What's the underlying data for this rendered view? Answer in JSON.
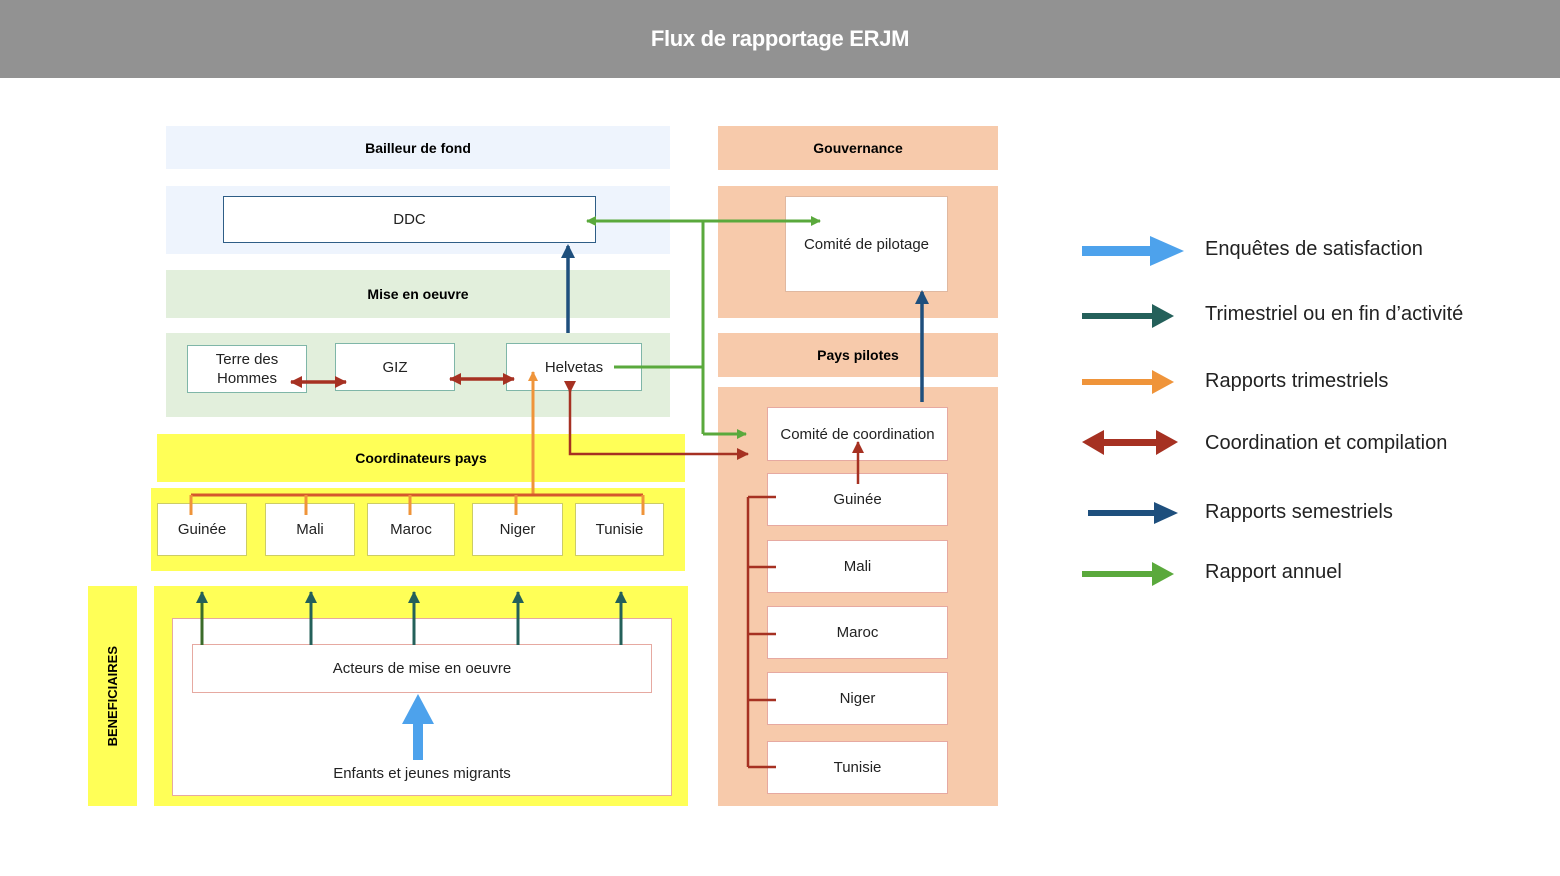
{
  "title": "Flux de rapportage ERJM",
  "colors": {
    "satisfaction": "#4da2ec",
    "trimestriel_fin": "#24605a",
    "rapports_trimestriels": "#ef943a",
    "coordination": "#a63122",
    "semestriels": "#1e4f7d",
    "annuel": "#5aa93c"
  },
  "sections": {
    "bailleur": "Bailleur de fond",
    "gouvernance": "Gouvernance",
    "mise_en_oeuvre": "Mise en oeuvre",
    "pays_pilotes": "Pays pilotes",
    "coordinateurs": "Coordinateurs pays",
    "beneficiaires": "BENEFICIAIRES"
  },
  "nodes": {
    "ddc": "DDC",
    "comite_pilotage": "Comité de pilotage",
    "tdh": "Terre des Hommes",
    "giz": "GIZ",
    "helvetas": "Helvetas",
    "comite_coordination": "Comité de coordination",
    "acteurs": "Acteurs de mise en oeuvre",
    "enfants": "Enfants et jeunes migrants"
  },
  "coordinateurs_countries": [
    "Guinée",
    "Mali",
    "Maroc",
    "Niger",
    "Tunisie"
  ],
  "pilot_countries": [
    "Guinée",
    "Mali",
    "Maroc",
    "Niger",
    "Tunisie"
  ],
  "legend": [
    {
      "label": "Enquêtes de satisfaction",
      "color_key": "satisfaction",
      "icon": "fat-arrow-icon"
    },
    {
      "label": "Trimestriel ou en fin d’activité",
      "color_key": "trimestriel_fin",
      "icon": "arrow-icon"
    },
    {
      "label": "Rapports trimestriels",
      "color_key": "rapports_trimestriels",
      "icon": "arrow-icon"
    },
    {
      "label": "Coordination et compilation",
      "color_key": "coordination",
      "icon": "double-arrow-icon"
    },
    {
      "label": "Rapports semestriels",
      "color_key": "semestriels",
      "icon": "arrow-icon"
    },
    {
      "label": "Rapport annuel",
      "color_key": "annuel",
      "icon": "arrow-icon"
    }
  ]
}
